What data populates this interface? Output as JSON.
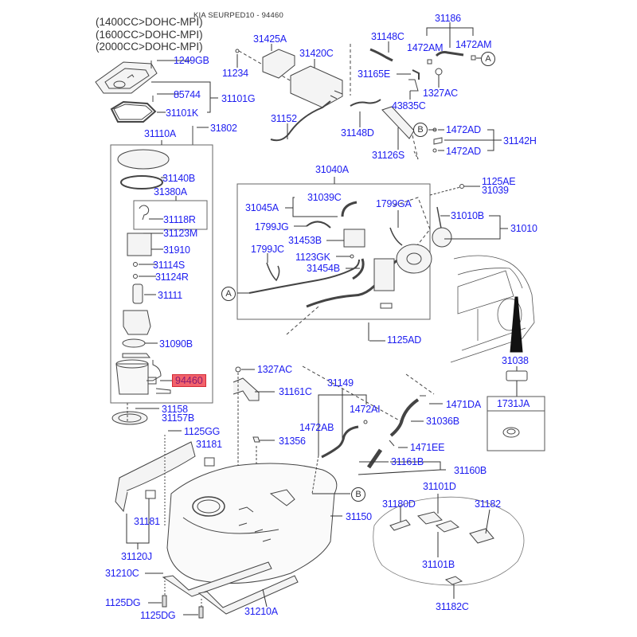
{
  "diagram": {
    "title": "KIA SEURPED10 - 94460",
    "engine_notes": [
      "(1400CC>DOHC-MPI)",
      "(1600CC>DOHC-MPI)",
      "(2000CC>DOHC-MPI)"
    ],
    "highlighted_part": "94460",
    "highlight_color": "#f2626b",
    "label_color": "#1d1df0",
    "reference_markers": {
      "a": "A",
      "b": "B"
    },
    "parts": {
      "p1249GB": "1249GB",
      "p85744": "85744",
      "p31101K": "31101K",
      "p31101G": "31101G",
      "p31110A": "31110A",
      "p31802": "31802",
      "p31140B": "31140B",
      "p31380A": "31380A",
      "p31118R": "31118R",
      "p31123M": "31123M",
      "p31910": "31910",
      "p31114S": "31114S",
      "p31124R": "31124R",
      "p31111": "31111",
      "p31090B": "31090B",
      "p31158": "31158",
      "p31157B": "31157B",
      "p11234": "11234",
      "p31425A": "31425A",
      "p31420C": "31420C",
      "p31152": "31152",
      "p31148D": "31148D",
      "p31126S": "31126S",
      "p31148C": "31148C",
      "p31186": "31186",
      "p1472AM_1": "1472AM",
      "p1472AM_2": "1472AM",
      "p31165E": "31165E",
      "p1327AC_top": "1327AC",
      "p43835C": "43835C",
      "p1472AD_1": "1472AD",
      "p1472AD_2": "1472AD",
      "p31142H": "31142H",
      "p31040A": "31040A",
      "p31039C": "31039C",
      "p31045A": "31045A",
      "p1799GA": "1799GA",
      "p1799JG": "1799JG",
      "p31453B": "31453B",
      "p1799JC": "1799JC",
      "p1123GK": "1123GK",
      "p31454B": "31454B",
      "p1125AD": "1125AD",
      "p1125AE": "1125AE",
      "p31039": "31039",
      "p31010B": "31010B",
      "p31010": "31010",
      "p31038": "31038",
      "p1731JA": "1731JA",
      "p1327AC_mid": "1327AC",
      "p31161C": "31161C",
      "p31149": "31149",
      "p1472AI": "1472AI",
      "p1472AB": "1472AB",
      "p31356": "31356",
      "p1471DA": "1471DA",
      "p31036B": "31036B",
      "p1471EE": "1471EE",
      "p31161B": "31161B",
      "p31160B": "31160B",
      "p1125GG": "1125GG",
      "p31181_1": "31181",
      "p31181_2": "31181",
      "p31120J": "31120J",
      "p31150": "31150",
      "p31210C": "31210C",
      "p1125DG_1": "1125DG",
      "p1125DG_2": "1125DG",
      "p31210A": "31210A",
      "p31101D": "31101D",
      "p31180D": "31180D",
      "p31182": "31182",
      "p31101B": "31101B",
      "p31182C": "31182C"
    }
  }
}
